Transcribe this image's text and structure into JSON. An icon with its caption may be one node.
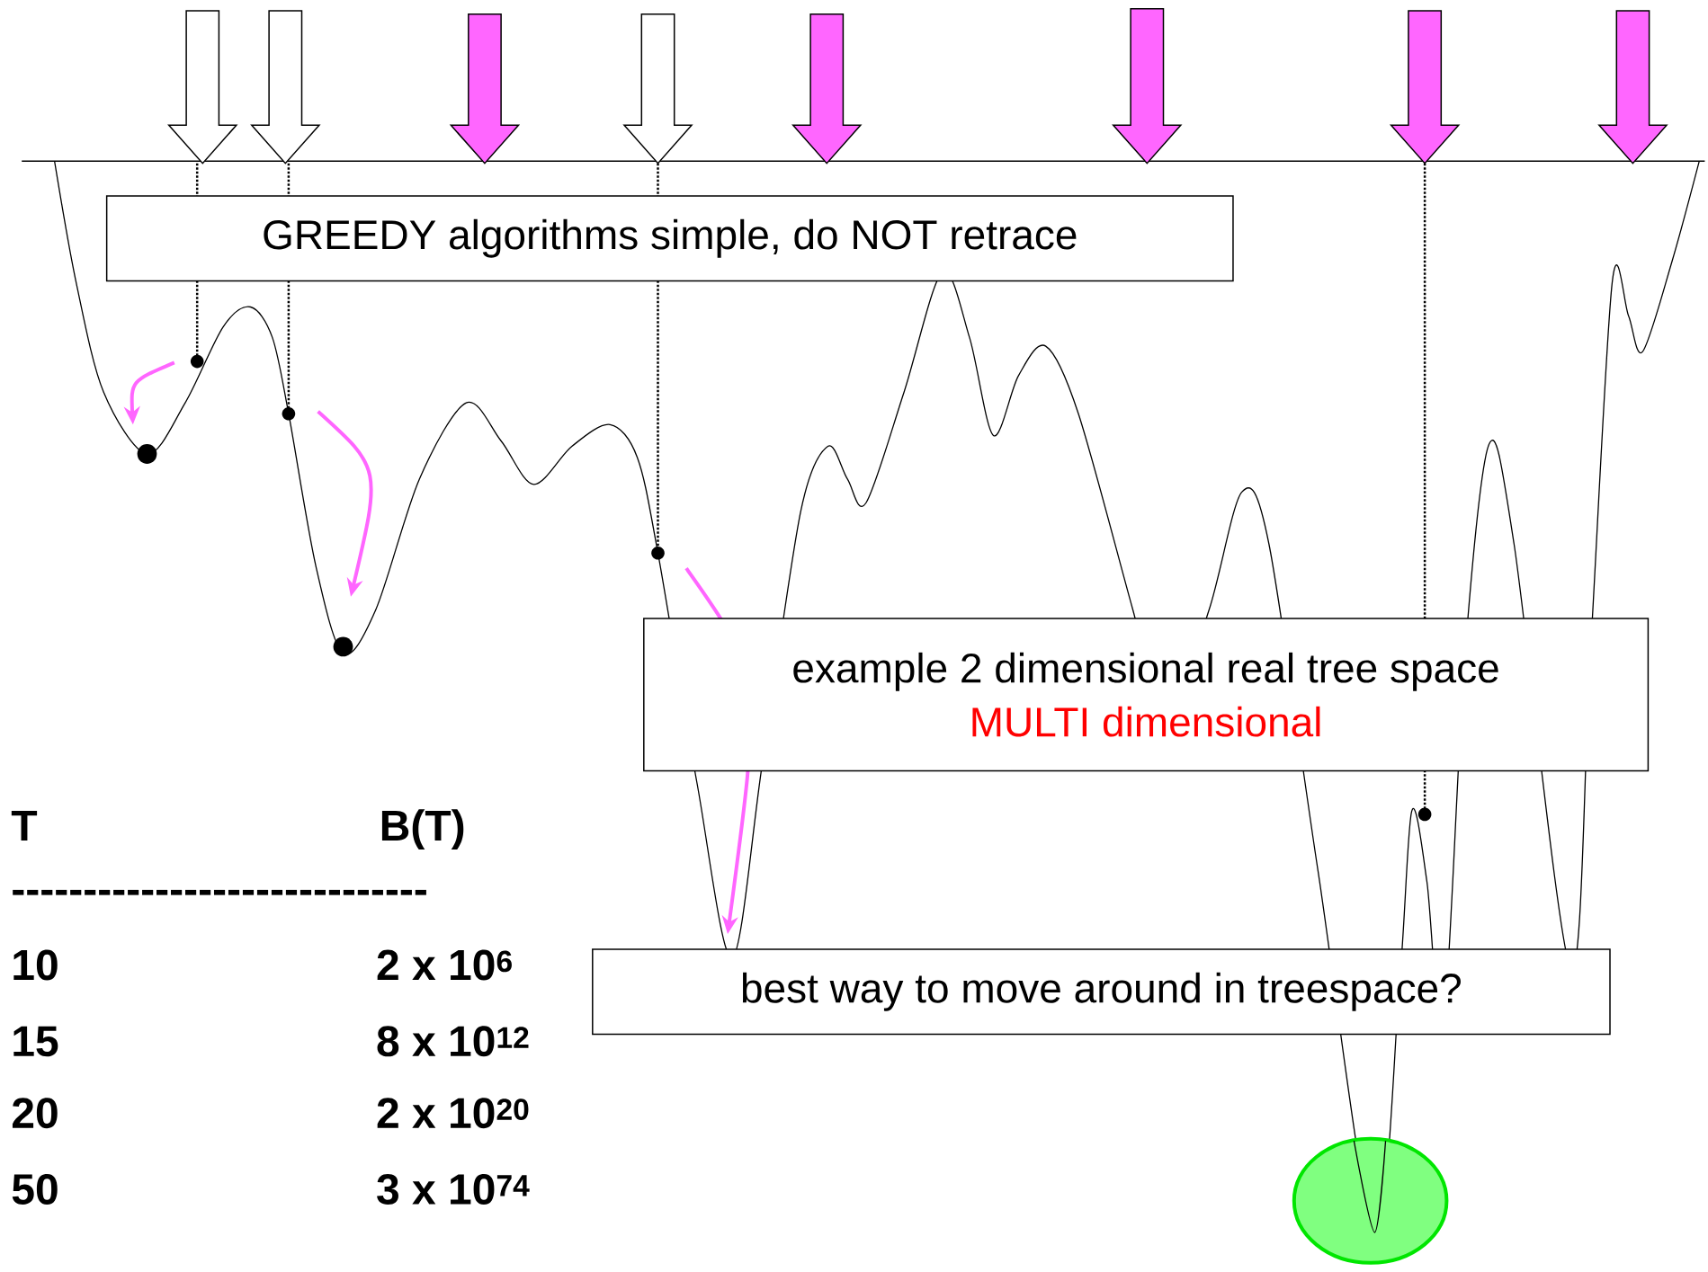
{
  "diagram": {
    "nodes": [
      {
        "text": [
          "GREEDY algorithms simple, do NOT retrace"
        ]
      },
      {
        "text": [
          "example 2 dimensional real tree space",
          "MULTI dimensional"
        ]
      },
      {
        "text": [
          "best way to move around in treespace?"
        ]
      }
    ],
    "labels": [
      "T",
      "B(T)",
      "-----------------------------",
      "10",
      "2 x 10$^{6}$",
      "15",
      "8 x 10$^{12}$",
      "20",
      "2 x 10$^{20}$",
      "50",
      "3 x 10$^{74}$"
    ]
  }
}
